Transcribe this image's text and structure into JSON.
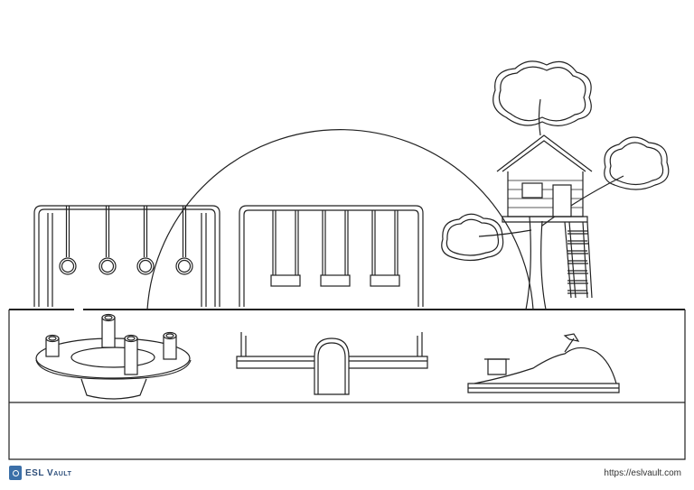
{
  "footer": {
    "logo_text": "ESL Vault",
    "url": "https://eslvault.com"
  },
  "colors": {
    "line": "#222222",
    "logo": "#3b6fa8"
  },
  "scene": {
    "items": [
      "monkey-bars",
      "swing-set",
      "tree-house",
      "merry-go-round",
      "seesaw",
      "sandbox",
      "sun"
    ]
  }
}
